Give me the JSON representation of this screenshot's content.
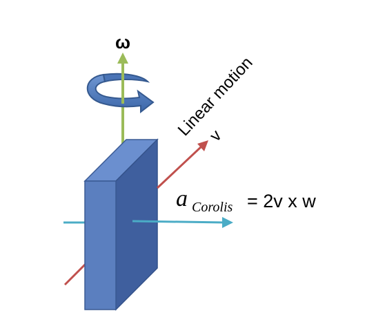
{
  "labels": {
    "omega": "ω",
    "linear_motion": "Linear motion",
    "velocity": "v",
    "coriolis_a": "a",
    "coriolis_sub": "Corolis",
    "coriolis_rhs": "= 2v x w"
  },
  "colors": {
    "omega_arrow": "#9bbb59",
    "rotation_arrow": "#4f81bd",
    "velocity_arrow": "#c0504d",
    "coriolis_arrow": "#4bacc6",
    "block_front": "#5b7fbf",
    "block_side": "#3f5f9e",
    "block_top": "#6b8fcf"
  }
}
